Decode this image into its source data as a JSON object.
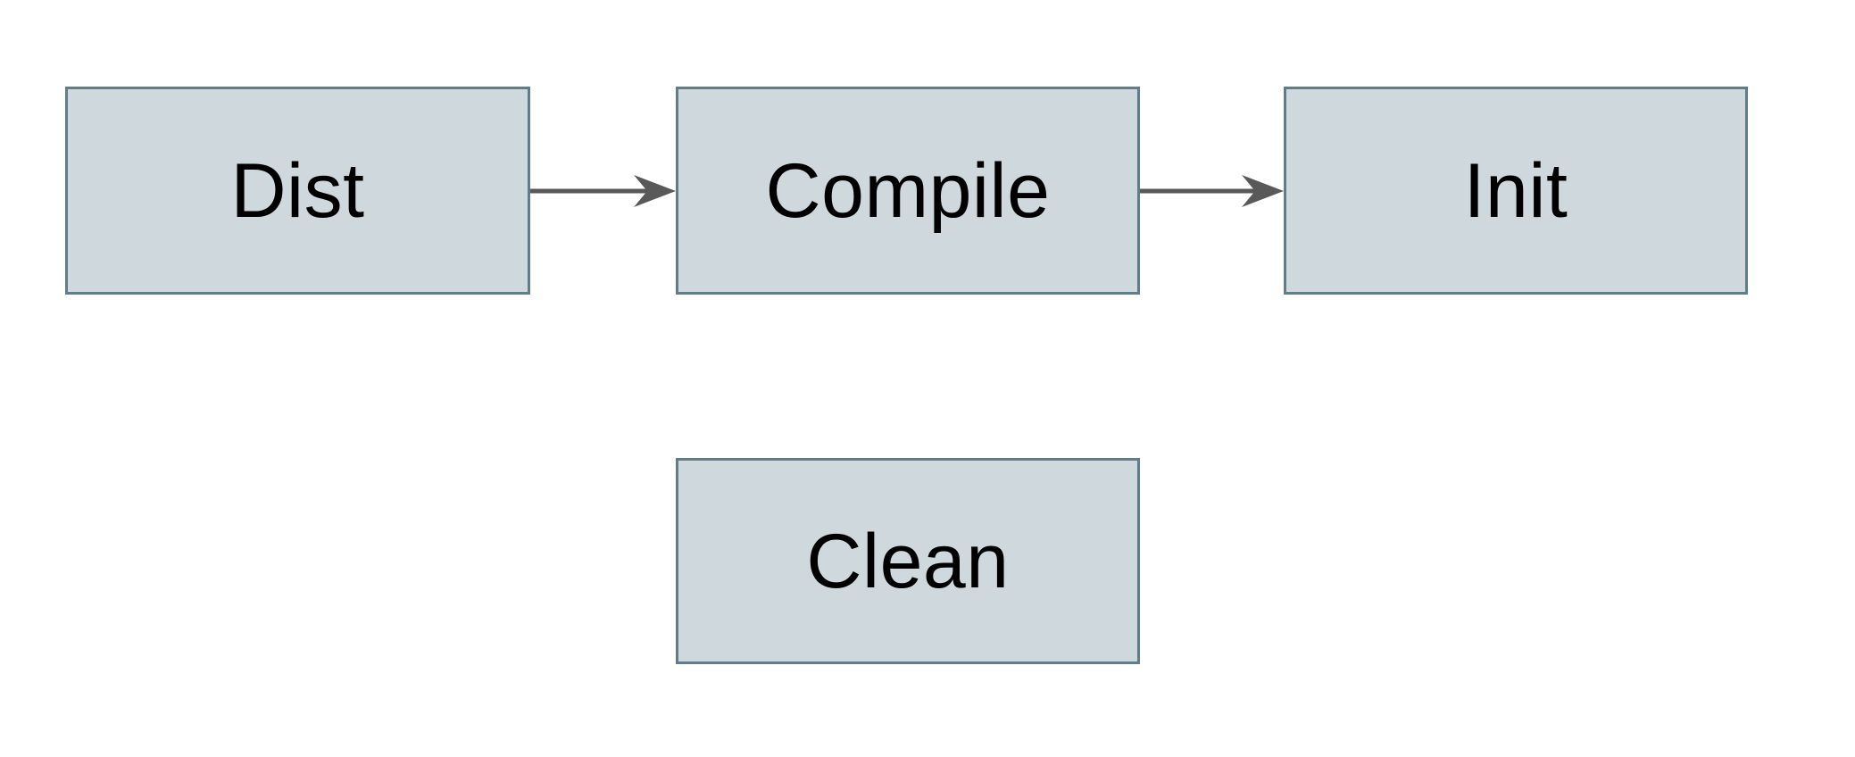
{
  "diagram": {
    "colors": {
      "background": "#ffffff",
      "node_fill": "#cfd8dc",
      "node_border": "#607d8b",
      "arrow": "#595959",
      "text": "#000000"
    },
    "nodes": [
      {
        "id": "dist",
        "label": "Dist"
      },
      {
        "id": "compile",
        "label": "Compile"
      },
      {
        "id": "init",
        "label": "Init"
      },
      {
        "id": "clean",
        "label": "Clean"
      }
    ],
    "edges": [
      {
        "from": "Dist",
        "to": "Compile",
        "direction": "right"
      },
      {
        "from": "Compile",
        "to": "Init",
        "direction": "right"
      }
    ]
  }
}
